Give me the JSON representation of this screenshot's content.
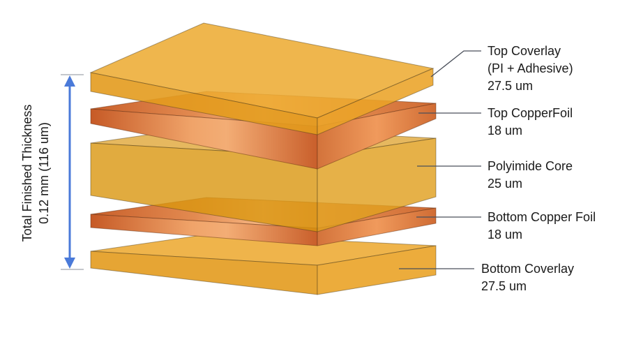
{
  "thickness": {
    "title": "Total Finished Thickness",
    "value": "0.12 mm (116 um)",
    "arrow_color": "#4a7ad9"
  },
  "layers": [
    {
      "id": "top-coverlay",
      "lines": [
        "Top Coverlay",
        "(PI + Adhesive)",
        "27.5 um"
      ],
      "material": "coverlay"
    },
    {
      "id": "top-copper-foil",
      "lines": [
        "Top CopperFoil",
        "18 um"
      ],
      "material": "copper"
    },
    {
      "id": "polyimide-core",
      "lines": [
        "Polyimide Core",
        "25 um"
      ],
      "material": "core"
    },
    {
      "id": "bottom-copper-foil",
      "lines": [
        "Bottom Copper Foil",
        "18 um"
      ],
      "material": "copper"
    },
    {
      "id": "bottom-coverlay",
      "lines": [
        "Bottom Coverlay",
        "27.5 um"
      ],
      "material": "coverlay"
    }
  ],
  "colors": {
    "coverlay": "#eba226",
    "core": "#d99812",
    "copper": "#d97a3c",
    "copper_highlight": "#f5b27a",
    "leader": "#4a4f5a"
  }
}
